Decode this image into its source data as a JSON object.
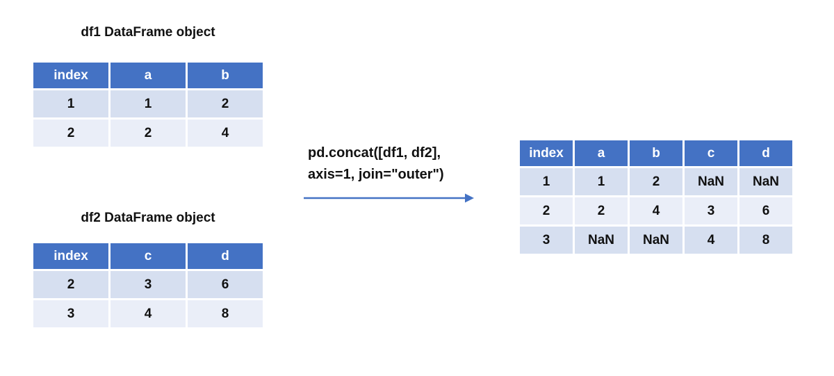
{
  "df1": {
    "title": "df1 DataFrame object",
    "headers": [
      "index",
      "a",
      "b"
    ],
    "rows": [
      [
        "1",
        "1",
        "2"
      ],
      [
        "2",
        "2",
        "4"
      ]
    ]
  },
  "df2": {
    "title": "df2 DataFrame object",
    "headers": [
      "index",
      "c",
      "d"
    ],
    "rows": [
      [
        "2",
        "3",
        "6"
      ],
      [
        "3",
        "4",
        "8"
      ]
    ]
  },
  "code": {
    "line1": "pd.concat([df1, df2],",
    "line2": "axis=1, join=\"outer\")"
  },
  "result": {
    "headers": [
      "index",
      "a",
      "b",
      "c",
      "d"
    ],
    "rows": [
      [
        "1",
        "1",
        "2",
        "NaN",
        "NaN"
      ],
      [
        "2",
        "2",
        "4",
        "3",
        "6"
      ],
      [
        "3",
        "NaN",
        "NaN",
        "4",
        "8"
      ]
    ]
  },
  "colors": {
    "header_bg": "#4472c4",
    "row_odd": "#d6dff0",
    "row_even": "#eaeef8",
    "arrow": "#4472c4"
  }
}
